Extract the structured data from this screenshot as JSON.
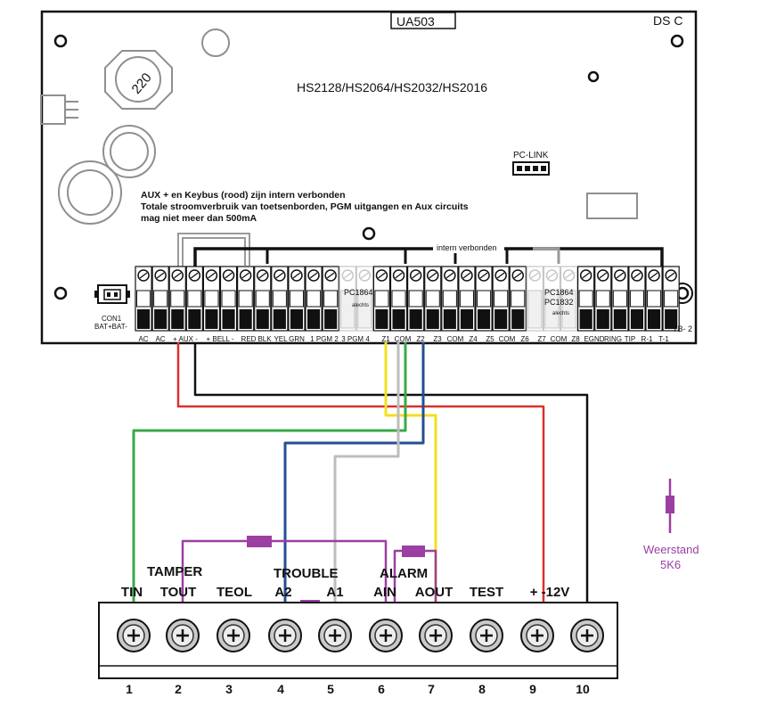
{
  "board": {
    "id_label": "UA503",
    "brand": "DS C",
    "models": "HS2128/HS2064/HS2032/HS2016",
    "stamp": "220",
    "pclink": "PC-LINK",
    "note_lines": [
      "AUX + en Keybus (rood) zijn intern verbonden",
      "Totale stroomverbruik van toetsenborden, PGM uitgangen en Aux circuits",
      "mag niet meer dan 500mA"
    ],
    "intern": "intern verbonden",
    "con1_a": "CON1",
    "con1_b": "BAT+BAT-",
    "tb2": "TB- 2",
    "pc1864_a": "PC1864",
    "alleen_a": "alechts",
    "pc1864_b": "PC1864",
    "pc1832_b": "PC1832",
    "alleen_b": "alechts",
    "terminals": [
      "AC",
      "AC",
      "+ AUX -",
      "+ BELL -",
      "RED",
      "BLK",
      "YEL",
      "GRN",
      "1 PGM 2",
      "3 PGM 4",
      "Z1",
      "COM",
      "Z2",
      "Z3",
      "COM",
      "Z4",
      "Z5",
      "COM",
      "Z6",
      "Z7",
      "COM",
      "Z8",
      "EGND",
      "RING",
      "TIP",
      "R-1",
      "T-1"
    ]
  },
  "module": {
    "group_labels": [
      "TAMPER",
      "TROUBLE",
      "ALARM"
    ],
    "terminal_labels": [
      "TIN",
      "TOUT",
      "TEOL",
      "A2",
      "A1",
      "AIN",
      "AOUT",
      "TEST",
      "+ -12V",
      ""
    ],
    "numbers": [
      "1",
      "2",
      "3",
      "4",
      "5",
      "6",
      "7",
      "8",
      "9",
      "10"
    ]
  },
  "legend": {
    "label": "Weerstand",
    "value": "5K6"
  },
  "colors": {
    "red": "#d9312b",
    "black": "#111111",
    "yellow": "#f2e01f",
    "green": "#3aa84a",
    "blue": "#254e93",
    "grey": "#bdbdbd",
    "resistor": "#9b3fa2"
  }
}
